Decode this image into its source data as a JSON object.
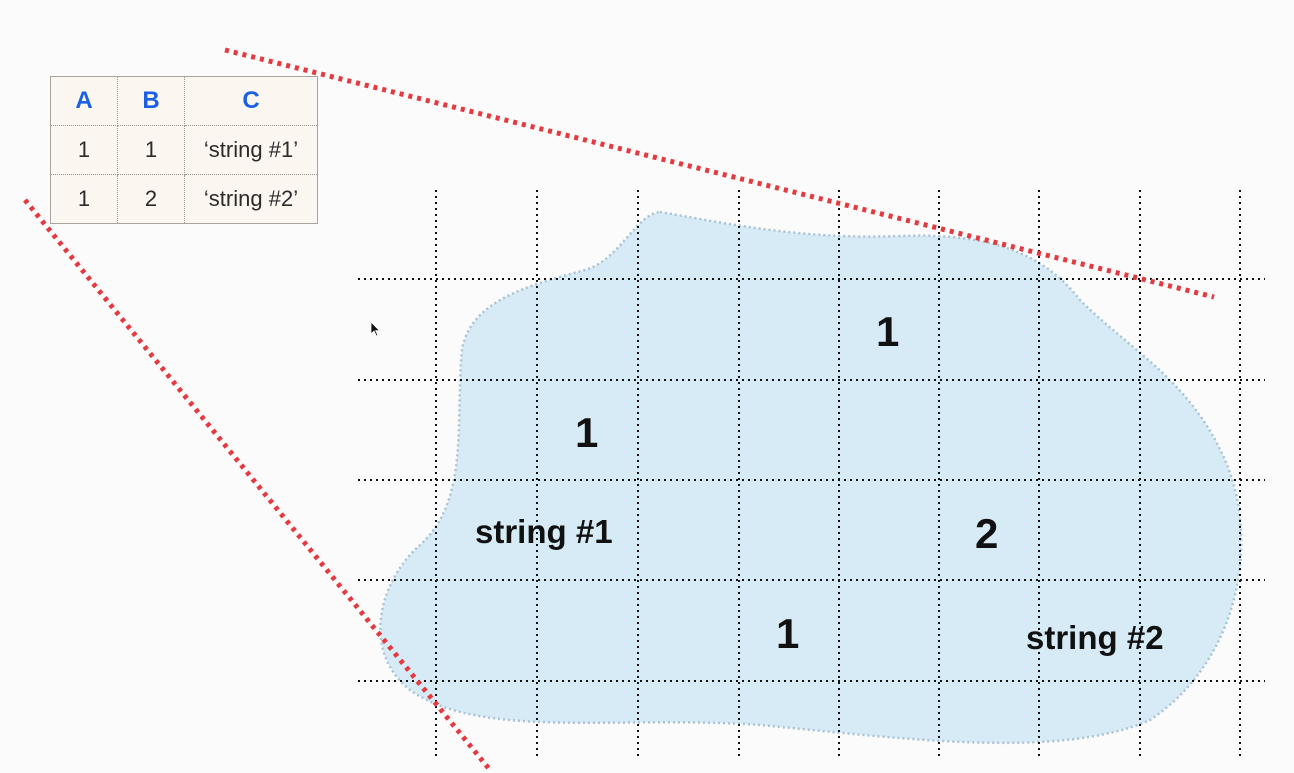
{
  "table": {
    "headers": [
      "A",
      "B",
      "C"
    ],
    "rows": [
      [
        "1",
        "1",
        "‘string #1’"
      ],
      [
        "1",
        "2",
        "‘string #2’"
      ]
    ],
    "header_color": "#1a5fe6"
  },
  "grid_values": {
    "v1": "1",
    "v2": "1",
    "v3": "string #1",
    "v4": "2",
    "v5": "1",
    "v6": "string #2"
  },
  "colors": {
    "blob_fill": "#d7ebf6",
    "blob_outline": "#a9c2d4",
    "guide_line": "#e43a3f",
    "grid_line": "#111111"
  }
}
